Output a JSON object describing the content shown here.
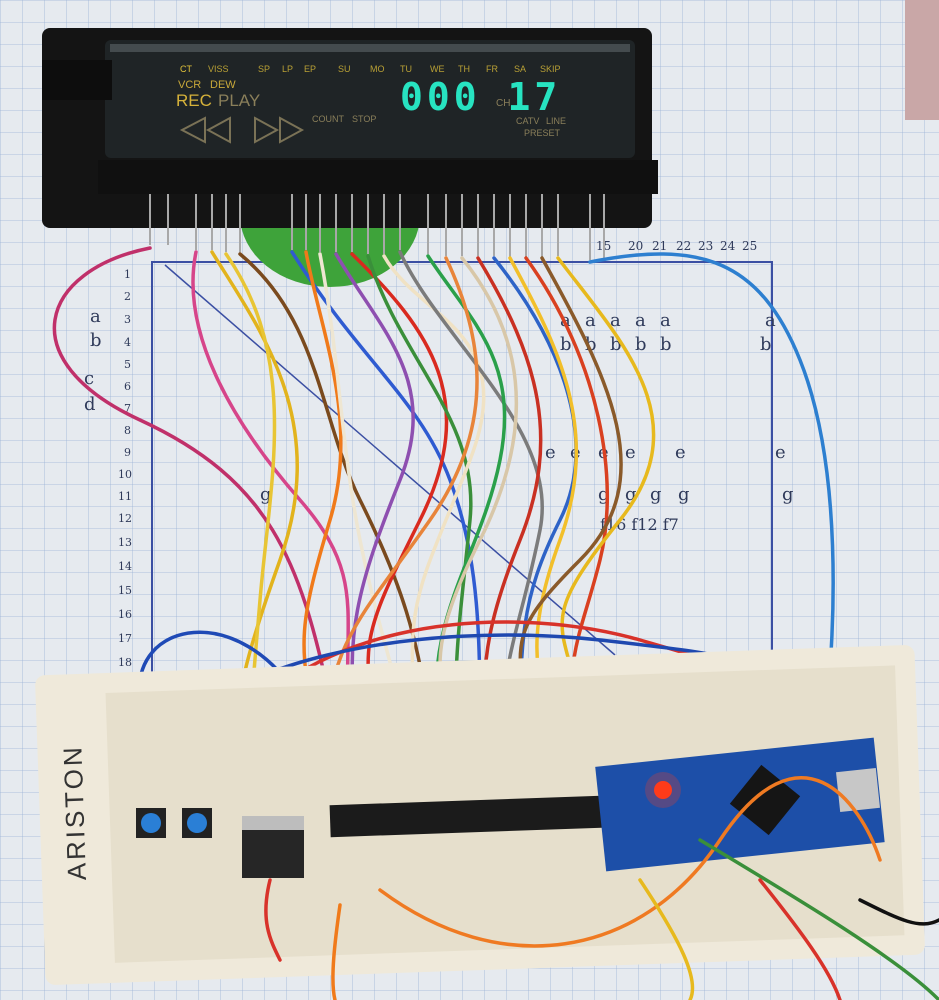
{
  "display": {
    "digits": "000 17",
    "labels_top": [
      "CT",
      "VISS",
      "SP",
      "LP",
      "EP",
      "SU",
      "MO",
      "TU",
      "WE",
      "TH",
      "FR",
      "SA",
      "SKIP"
    ],
    "label_vcr": "VCR",
    "label_dew": "DEW",
    "label_rec": "REC",
    "label_play": "PLAY",
    "label_count": "COUNT",
    "label_stop": "STOP",
    "label_catv": "CATV",
    "label_line": "LINE",
    "label_preset": "PRESET",
    "label_ch": "CH"
  },
  "paper_notes": {
    "pin_numbers": [
      "15",
      "20",
      "21",
      "22",
      "23",
      "24",
      "25"
    ],
    "row_numbers": [
      "1",
      "2",
      "3",
      "4",
      "5",
      "6",
      "7",
      "8",
      "9",
      "10",
      "11",
      "12",
      "13",
      "14",
      "15",
      "16",
      "17",
      "18"
    ],
    "row_a": [
      "a",
      "a",
      "a",
      "a",
      "a",
      "a"
    ],
    "row_b": [
      "b",
      "b",
      "b",
      "b",
      "b",
      "b"
    ],
    "row_g": [
      "g",
      "g",
      "g",
      "g",
      "g",
      "g"
    ],
    "row_e": [
      "e",
      "e",
      "e",
      "e",
      "e",
      "e"
    ],
    "row_f_note": "f16 f12 f7",
    "side_letters": [
      "a",
      "b",
      "c",
      "d"
    ]
  },
  "breadboard": {
    "brand": "ARISTON"
  },
  "colors": {
    "vfd_glow": "#27e3c1",
    "vfd_dim": "#b8a035",
    "arduino_blue": "#1d4fa8",
    "led_red": "#ff3b1a"
  }
}
